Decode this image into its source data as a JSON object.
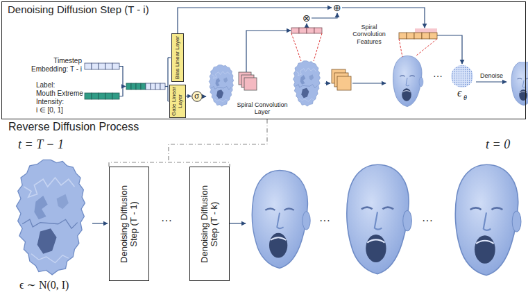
{
  "diagram": {
    "nodes": [
      {
        "text": [
          "Denoising Diffusion Step (T - i)"
        ]
      },
      {
        "text": [
          "Bias Linear Layer"
        ],
        "in": 0
      },
      {
        "text": [
          "Gate Linear Layer"
        ],
        "in": 0
      },
      {
        "text": [
          "σ"
        ],
        "in": 0
      },
      {
        "text": [
          "Denoising Diffusion Step (T - 1)"
        ]
      },
      {
        "text": [
          "Denoising Diffusion Step (T - k)"
        ]
      }
    ],
    "edges": [
      {
        "from": 2,
        "to": 3,
        "arrow": "to"
      }
    ],
    "labels": [
      "Reverse Diffusion Process",
      "Timestep Embedding: T - i",
      "Label:",
      "Mouth Extreme Intensity:",
      "i ∈ [0, 1]",
      "⊗",
      "⊕",
      "Spiral Convolution Layer",
      "Spiral Convolution Features",
      "···",
      "ϵ",
      "θ",
      "Denoise",
      "t = T − 1",
      "t = 0",
      "ϵ ∼ N(0, I)",
      "···",
      "···",
      "···"
    ]
  }
}
